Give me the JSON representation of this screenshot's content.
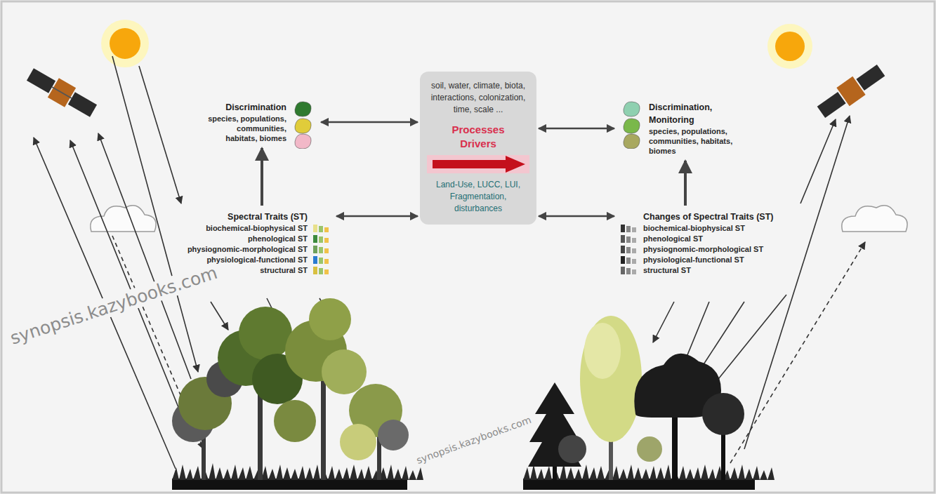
{
  "diagram": {
    "nodes": [
      {
        "text": [
          "Discrimination",
          "species, populations, communities, habitats, biomes"
        ]
      },
      {
        "text": [
          "Spectral Traits (ST)",
          "biochemical-biophysical ST",
          "phenological ST",
          "physiognomic-morphological ST",
          "physiological-functional ST",
          "structural ST"
        ]
      },
      {
        "text": [
          "soil, water, climate, biota, interactions, colonization, time, scale ...",
          "Processes",
          "Drivers",
          "Land-Use, LUCC, LUI, Fragmentation, disturbances"
        ]
      },
      {
        "text": [
          "Discrimination, Monitoring",
          "species, populations, communities, habitats, biomes"
        ]
      },
      {
        "text": [
          "Changes of Spectral Traits (ST)",
          "biochemical-biophysical ST",
          "phenological ST",
          "physiognomic-morphological ST",
          "physiological-functional ST",
          "structural ST"
        ]
      }
    ],
    "edges": [
      {
        "from": 1,
        "to": 0,
        "arrow": "to"
      },
      {
        "from": 4,
        "to": 3,
        "arrow": "to"
      },
      {
        "from": 0,
        "to": 2,
        "arrow": "both"
      },
      {
        "from": 2,
        "to": 3,
        "arrow": "both"
      },
      {
        "from": 1,
        "to": 2,
        "arrow": "both"
      },
      {
        "from": 2,
        "to": 4,
        "arrow": "both"
      }
    ],
    "labels": [
      "synopsis.kazybooks.com",
      "synopsis.kazybooks.com"
    ]
  }
}
